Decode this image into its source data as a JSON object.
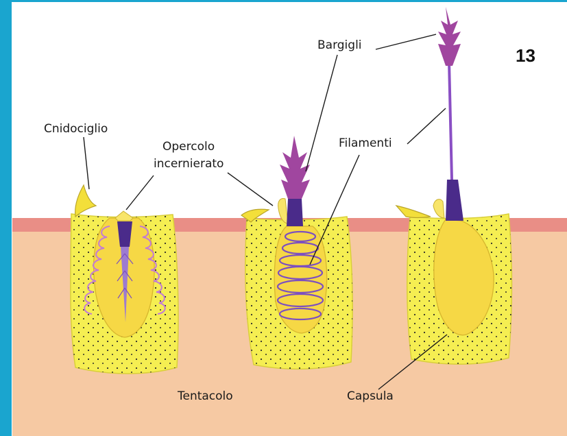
{
  "slide_number": "13",
  "colors": {
    "frame": "#1aa5cf",
    "tissue": "#f6c9a3",
    "surface_band": "#e98e86",
    "cell": "#f5ee52",
    "capsule": "#f6d845",
    "operculum": "#4a2b8a",
    "thread": "#8a4fc4",
    "barbs": "#a0469f"
  },
  "labels": {
    "cnidociglio": "Cnidociglio",
    "opercolo_line1": "Opercolo",
    "opercolo_line2": "incernierato",
    "bargigli": "Bargigli",
    "filamenti": "Filamenti",
    "tentacolo": "Tentacolo",
    "capsula": "Capsula"
  }
}
